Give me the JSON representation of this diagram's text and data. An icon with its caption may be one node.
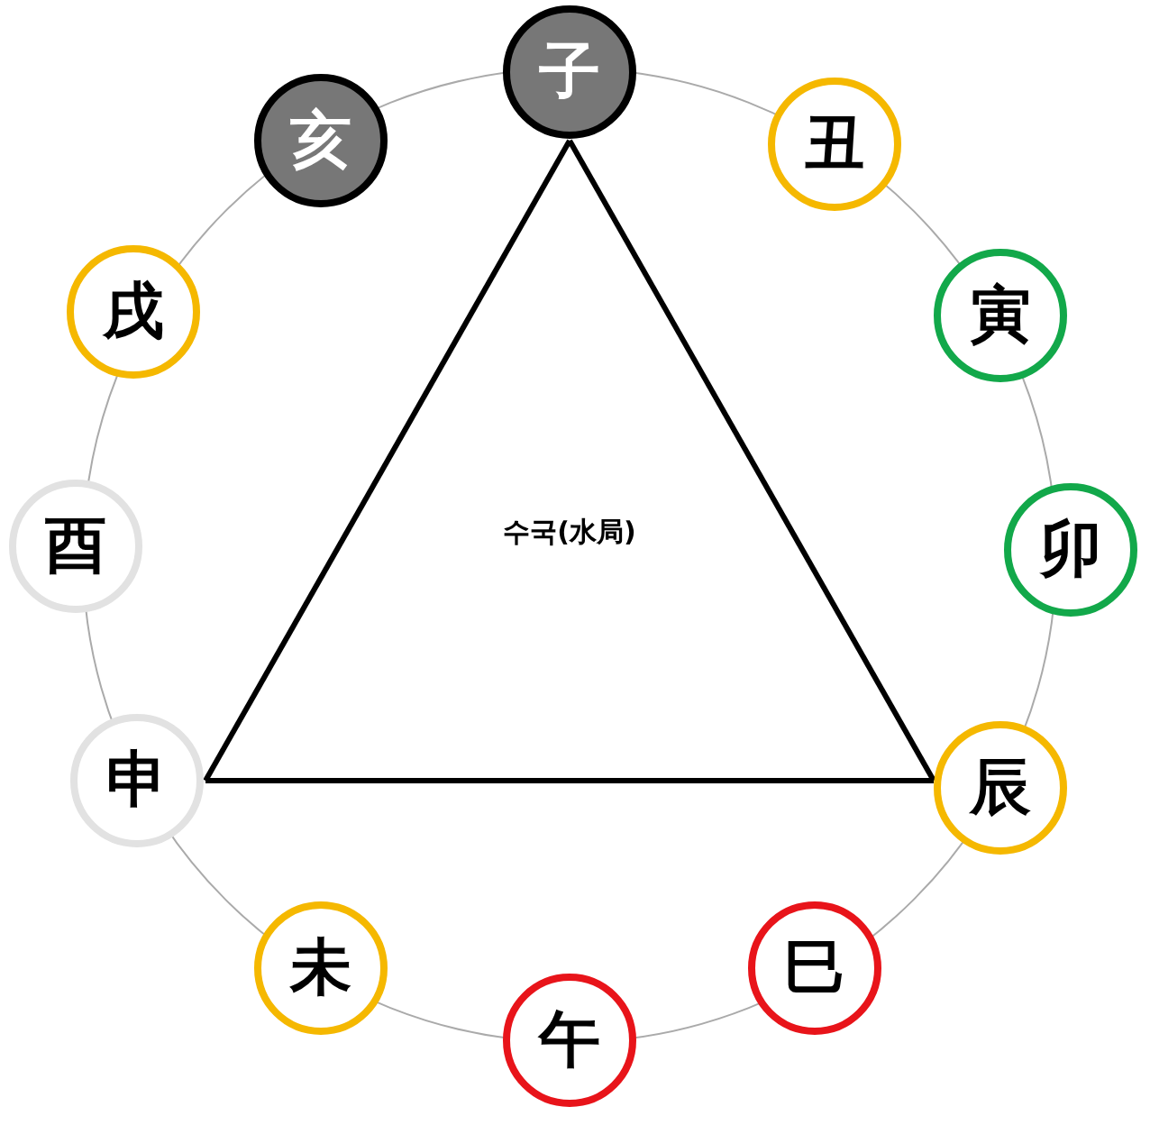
{
  "diagram": {
    "nodes": [
      {
        "text": [
          "子"
        ]
      },
      {
        "text": [
          "丑"
        ]
      },
      {
        "text": [
          "寅"
        ]
      },
      {
        "text": [
          "卯"
        ]
      },
      {
        "text": [
          "辰"
        ]
      },
      {
        "text": [
          "巳"
        ]
      },
      {
        "text": [
          "午"
        ]
      },
      {
        "text": [
          "未"
        ]
      },
      {
        "text": [
          "申"
        ]
      },
      {
        "text": [
          "酉"
        ]
      },
      {
        "text": [
          "戌"
        ]
      },
      {
        "text": [
          "亥"
        ]
      }
    ],
    "edges": [
      {
        "from": 0,
        "to": 4,
        "arrow": "none"
      },
      {
        "from": 4,
        "to": 8,
        "arrow": "none"
      },
      {
        "from": 8,
        "to": 0,
        "arrow": "none"
      }
    ],
    "labels": [
      "수국(水局)"
    ]
  }
}
